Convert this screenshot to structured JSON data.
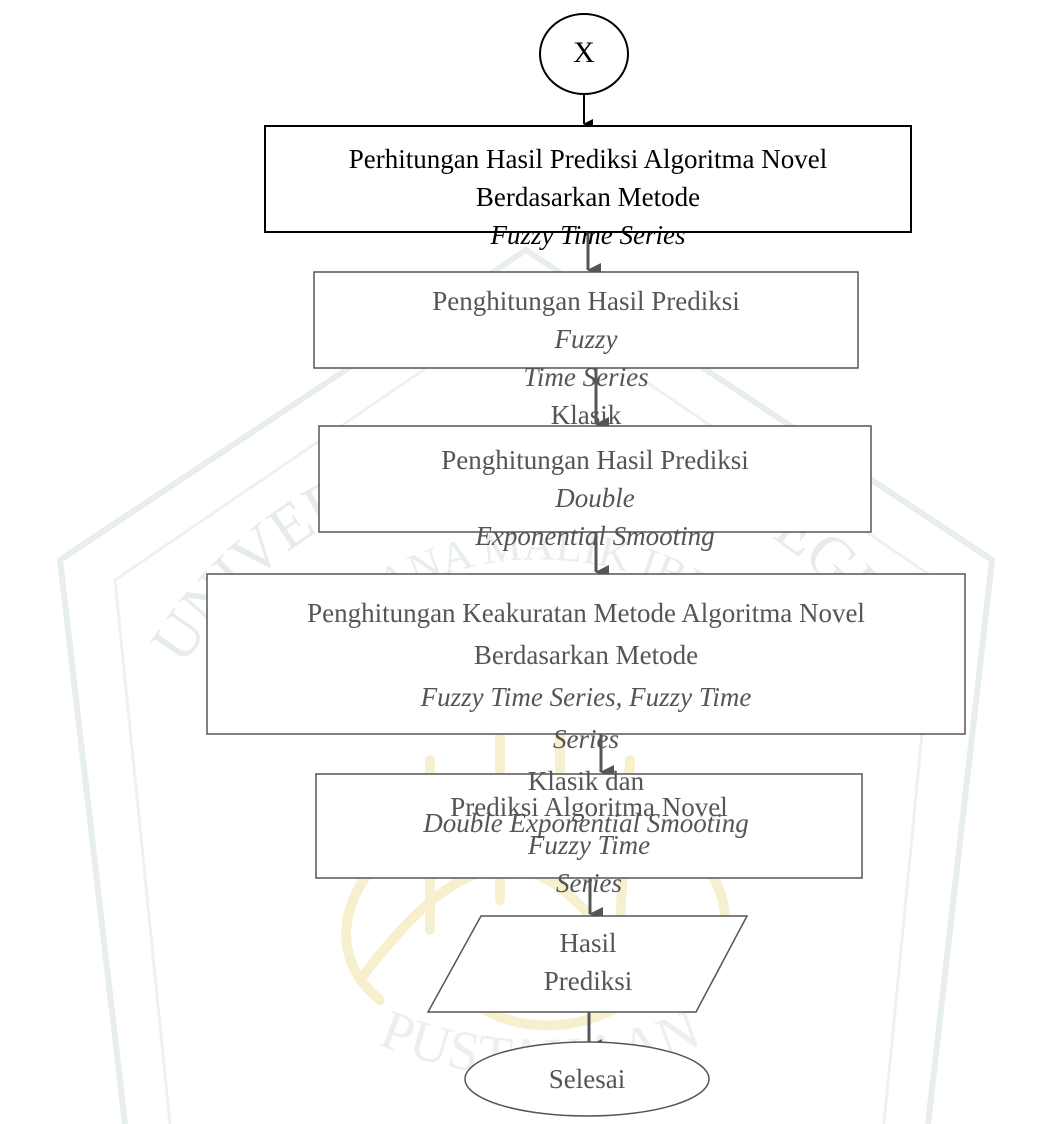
{
  "watermark": {
    "arc_text_top": "UNIVERSITAS ISLAM NEGERI",
    "arc_text_inner": "MAULANA MALIK IBRAHIM",
    "arc_text_bottom": "PUSTAKAAN"
  },
  "connector": {
    "label": "X"
  },
  "steps": [
    {
      "line1": "Perhitungan Hasil Prediksi Algoritma Novel",
      "line2_pre": "Berdasarkan Metode ",
      "line2_it": "Fuzzy Time Series"
    },
    {
      "line1_pre": "Penghitungan Hasil Prediksi ",
      "line1_it": "Fuzzy",
      "line2_it": "Time Series",
      "line2_post": " Klasik"
    },
    {
      "line1_pre": "Penghitungan Hasil Prediksi ",
      "line1_it": "Double",
      "line2_it": "Exponential Smooting"
    },
    {
      "line1": "Penghitungan Keakuratan Metode Algoritma Novel",
      "line2_pre": "Berdasarkan Metode ",
      "line2_it": "Fuzzy Time Series, Fuzzy Time",
      "line3_it_a": "Series",
      "line3_mid": " Klasik dan ",
      "line3_it_b": "Double Exponential Smooting"
    },
    {
      "line1_pre": "Prediksi Algoritma Novel ",
      "line1_it": "Fuzzy Time",
      "line2_it": "Series"
    }
  ],
  "output": {
    "line1": "Hasil",
    "line2": "Prediksi"
  },
  "terminator": {
    "label": "Selesai"
  },
  "colors": {
    "dark": "#000000",
    "grey": "#555555",
    "watermark_green": "#c9d9c9",
    "watermark_gold": "#f3e6b0"
  }
}
